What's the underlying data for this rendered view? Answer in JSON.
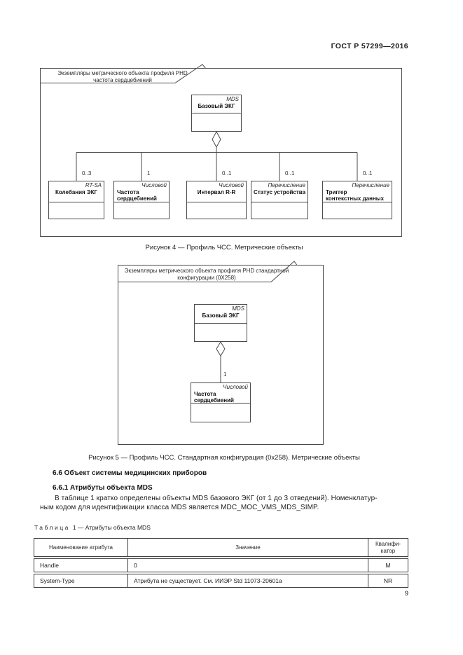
{
  "page": {
    "header": "ГОСТ Р 57299—2016",
    "number": "9"
  },
  "fig4": {
    "tab": "Экземпляры метрического объекта профиля PHD\nчастота  сердцебиений",
    "mds": {
      "stereotype": "MDS",
      "name": "Базовый ЭКГ"
    },
    "children": [
      {
        "mult": "0..3",
        "stereotype": "RT-SA",
        "name": "Колебания ЭКГ"
      },
      {
        "mult": "1",
        "stereotype": "Числовой",
        "name": "Частота\nсердцебиений"
      },
      {
        "mult": "0..1",
        "stereotype": "Числовой",
        "name": "Интервал R-R"
      },
      {
        "mult": "0..1",
        "stereotype": "Перечисление",
        "name": "Статус устройства"
      },
      {
        "mult": "0..1",
        "stereotype": "Перечисление",
        "name": "Триггер\nконтекстных данных"
      }
    ],
    "caption": "Рисунок 4 — Профиль ЧСС. Метрические объекты"
  },
  "fig5": {
    "tab": "Экземпляры метрического объекта профиля PHD  стандартной\nконфигурации  (0X258)",
    "mds": {
      "stereotype": "MDS",
      "name": "Базовый ЭКГ"
    },
    "child": {
      "mult": "1",
      "stereotype": "Числовой",
      "name": "Частота\nсердцебиений"
    },
    "caption": "Рисунок 5 — Профиль ЧСС. Стандартная конфигурация (0x258). Метрические объекты"
  },
  "sections": {
    "h66": "6.6 Объект системы медицинских приборов",
    "h661": "6.6.1 Атрибуты объекта MDS",
    "para_line1": "В таблице 1 кратко определены объекты MDS базового ЭКГ (от 1 до 3 отведений). Номенклатур-",
    "para_line2": "ным кодом для идентификации класса MDS является MDC_MOC_VMS_MDS_SIMP."
  },
  "table1": {
    "caption_word": "Таблица",
    "caption_rest": "1 — Атрибуты объекта MDS",
    "headers": [
      "Наименование атрибута",
      "Значение",
      "Квалифи-катор"
    ],
    "rows": [
      {
        "name": "Handle",
        "value": "0",
        "qualifier": "M"
      },
      {
        "name": "System-Type",
        "value": "Атрибута не существует. См. ИИЭР Std 11073-20601a",
        "qualifier": "NR"
      }
    ]
  }
}
